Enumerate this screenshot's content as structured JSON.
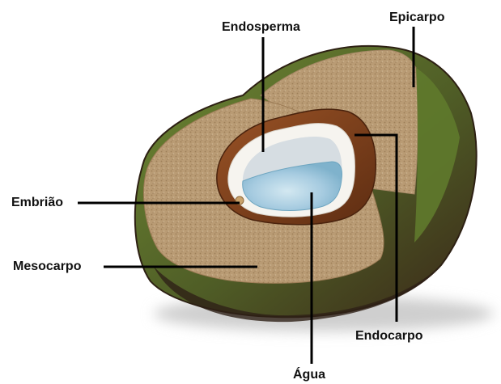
{
  "labels": {
    "endosperma": "Endosperma",
    "epicarpo": "Epicarpo",
    "embriao": "Embrião",
    "mesocarpo": "Mesocarpo",
    "endocarpo": "Endocarpo",
    "agua": "Água"
  },
  "colors": {
    "epicarp_green": "#5f7a2c",
    "epicarp_dark": "#3e2a1b",
    "mesocarp_fiber": "#b89a72",
    "endocarp_brown": "#7a3f1c",
    "endosperm_white": "#f5f3ee",
    "water_blue": "#a9cde0",
    "leader_line": "#000000"
  }
}
